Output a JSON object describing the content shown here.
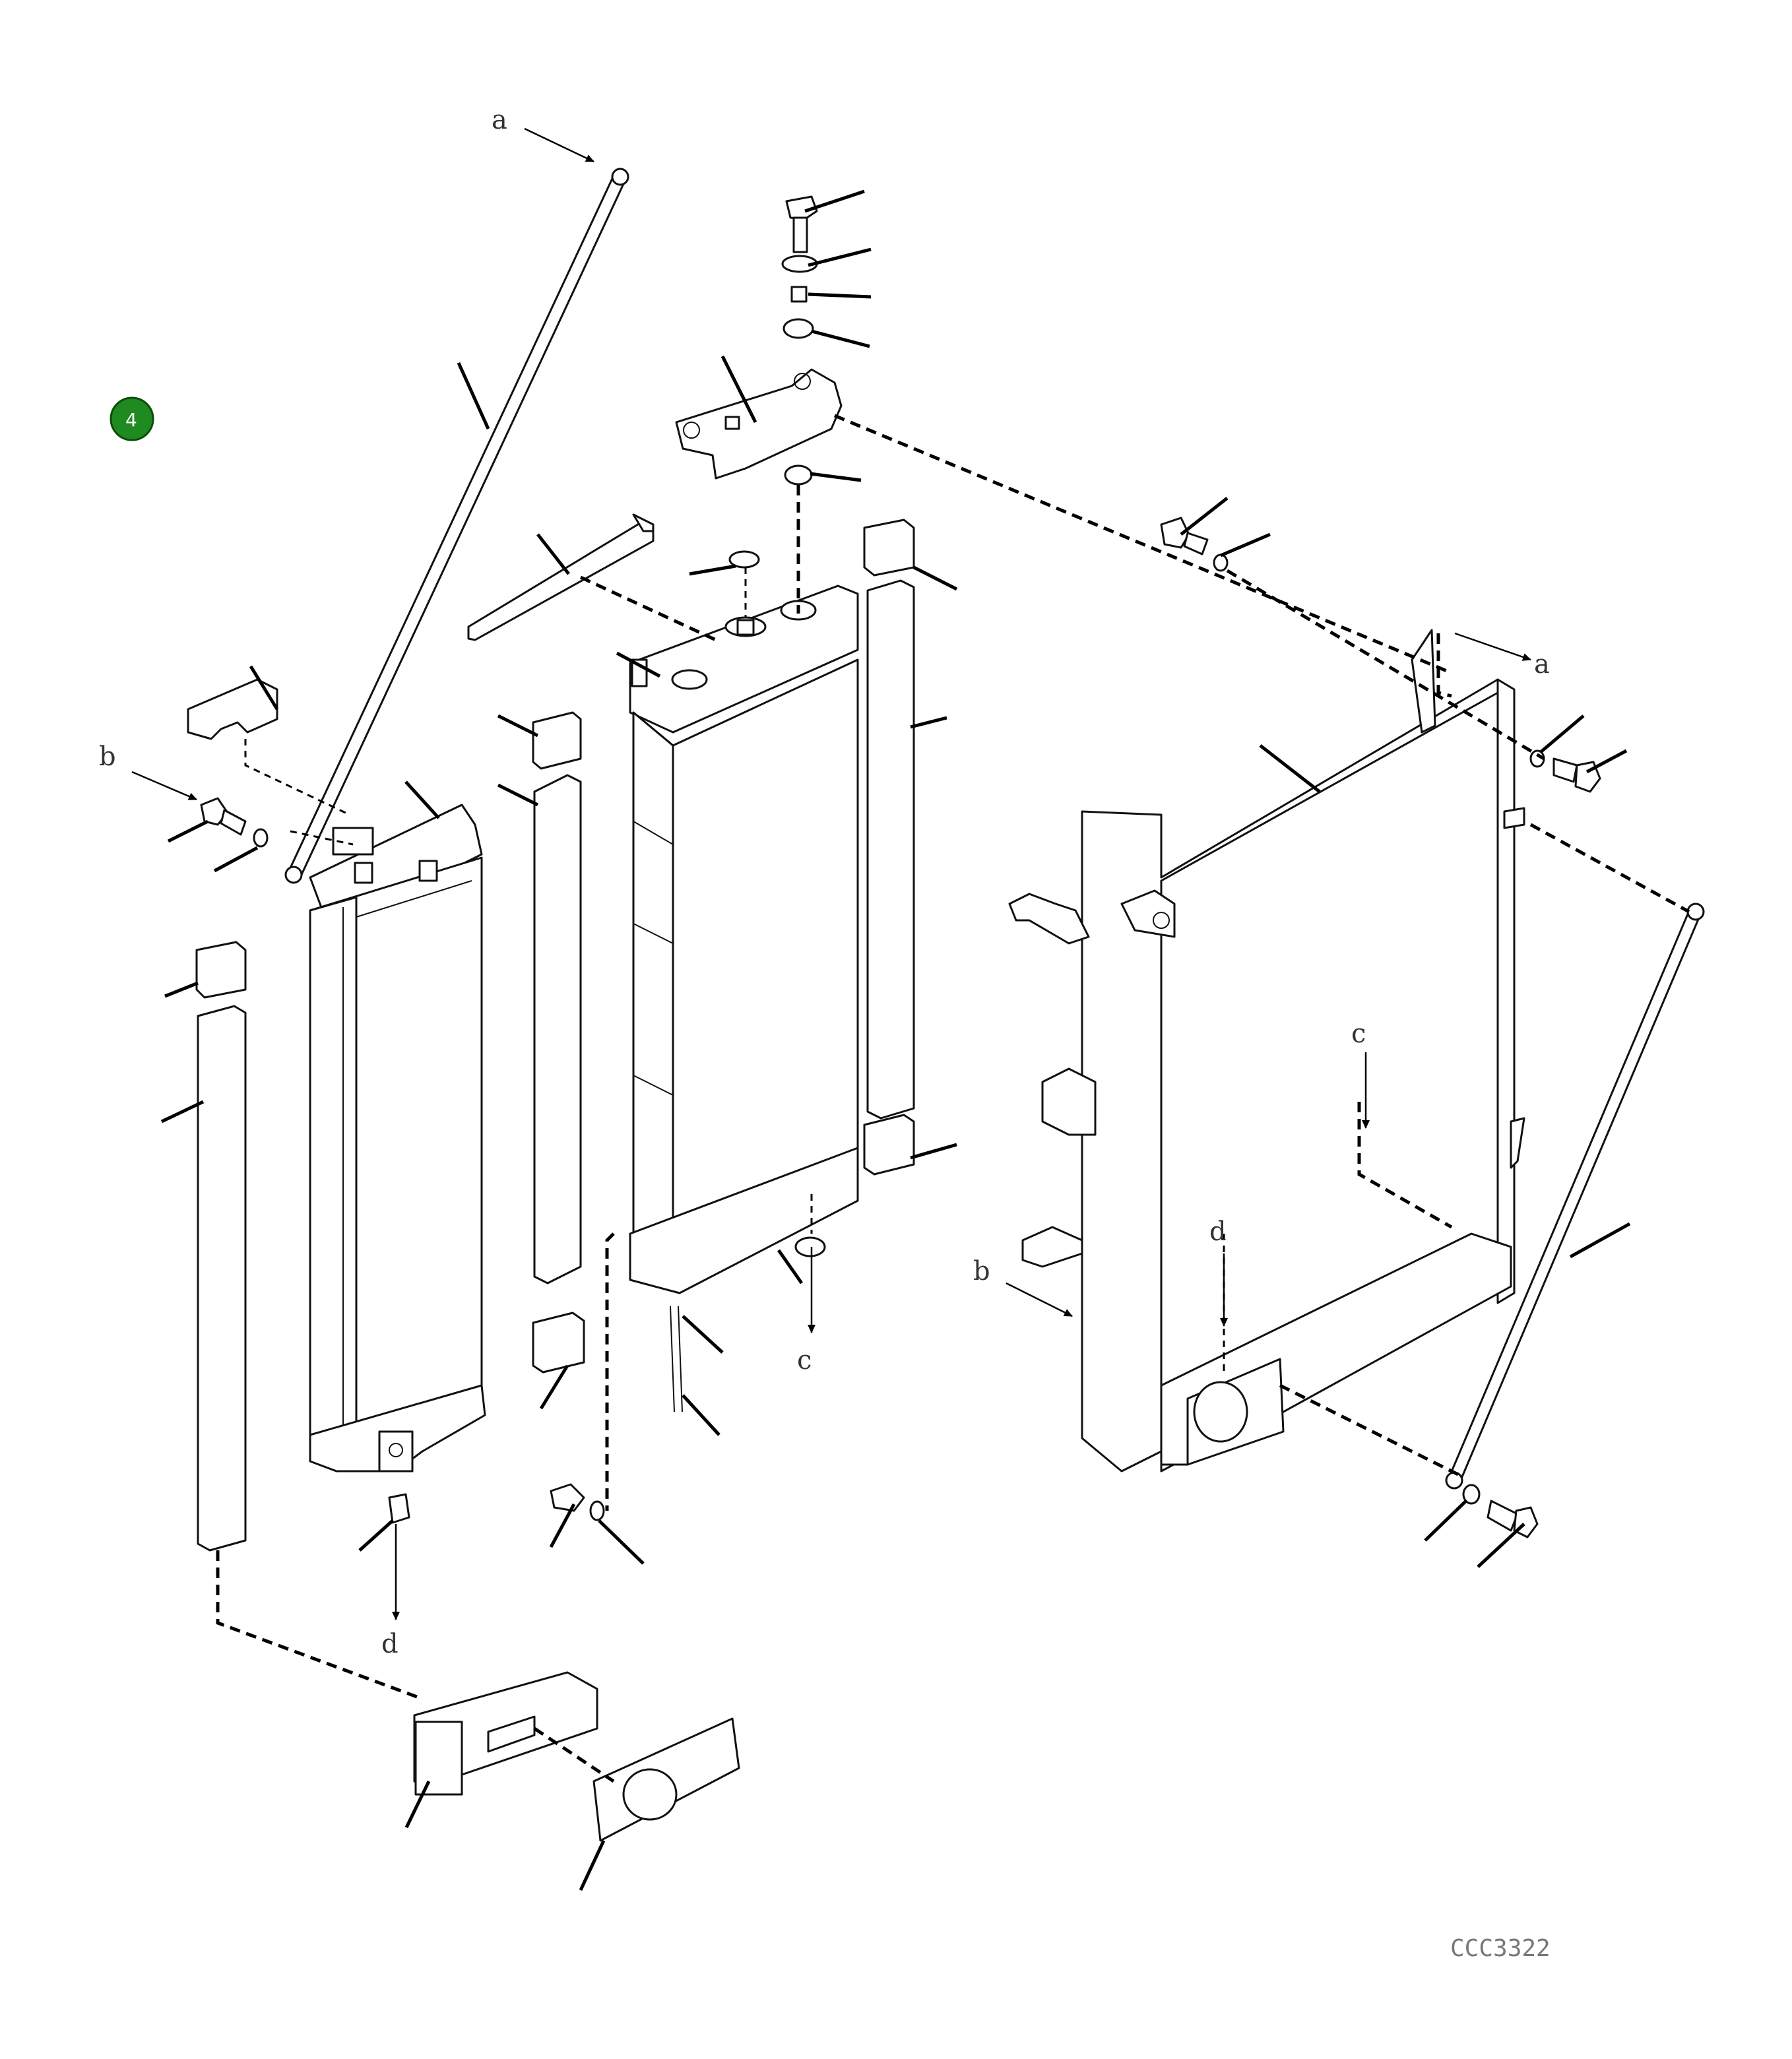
{
  "badge": {
    "label": "4",
    "color": "#1f8a1f"
  },
  "reference_letters": {
    "a_top": "a",
    "a_right": "a",
    "b_left": "b",
    "b_right": "b",
    "c_center": "c",
    "c_right": "c",
    "d_left": "d",
    "d_right": "d"
  },
  "drawing_code": "CCC3322"
}
